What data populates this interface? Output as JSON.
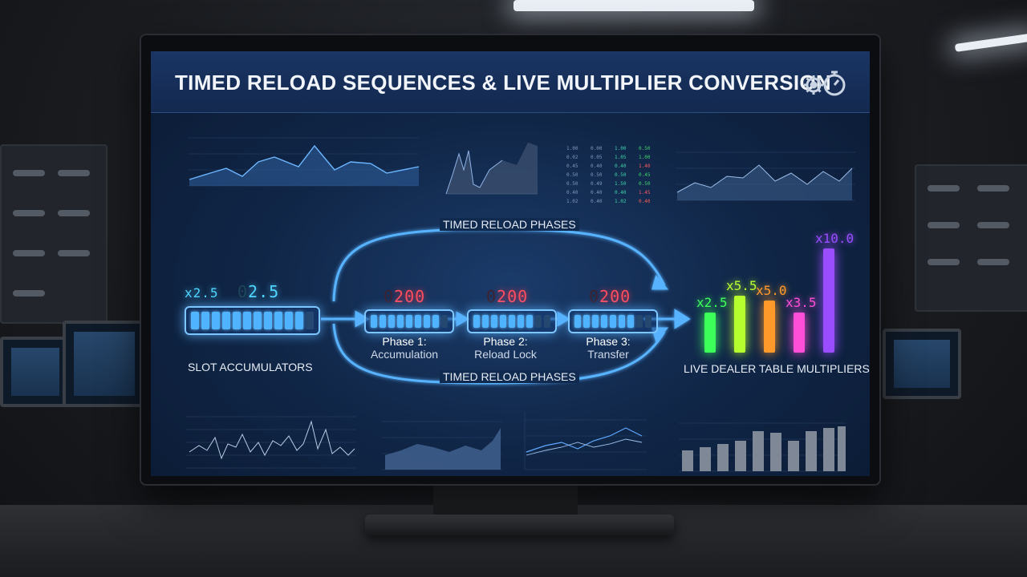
{
  "screen": {
    "title": "TIMED RELOAD SEQUENCES & LIVE MULTIPLIER CONVERSION",
    "header_icon": "gear-stopwatch-icon"
  },
  "flow": {
    "top_label": "TIMED RELOAD PHASES",
    "bottom_label": "TIMED RELOAD PHASES",
    "source": {
      "label": "SLOT ACCUMULATORS",
      "multiplier": "x2.5",
      "counter_ghost": "0",
      "counter_value": "2.5"
    },
    "phases": [
      {
        "title": "Phase 1:",
        "subtitle": "Accumulation",
        "counter_ghost": "0",
        "counter_value": "200"
      },
      {
        "title": "Phase 2:",
        "subtitle": "Reload Lock",
        "counter_ghost": "0",
        "counter_value": "200"
      },
      {
        "title": "Phase 3:",
        "subtitle": "Transfer",
        "counter_ghost": "0",
        "counter_value": "200"
      }
    ],
    "target": {
      "label": "LIVE DEALER TABLE MULTIPLIERS",
      "multipliers": [
        {
          "label": "x2.5",
          "value": 2.5,
          "color": "#3dff5a"
        },
        {
          "label": "x5.5",
          "value": 5.5,
          "color": "#b6ff2e"
        },
        {
          "label": "x5.0",
          "value": 5.0,
          "color": "#ff9a2a"
        },
        {
          "label": "x3.5",
          "value": 3.5,
          "color": "#ff4fd8"
        },
        {
          "label": "x10.0",
          "value": 10.0,
          "color": "#9a4dff"
        }
      ]
    }
  },
  "colors": {
    "accent": "#4fb3ff",
    "counter_red": "#ff4d5e",
    "counter_cyan": "#4fd6ff"
  }
}
